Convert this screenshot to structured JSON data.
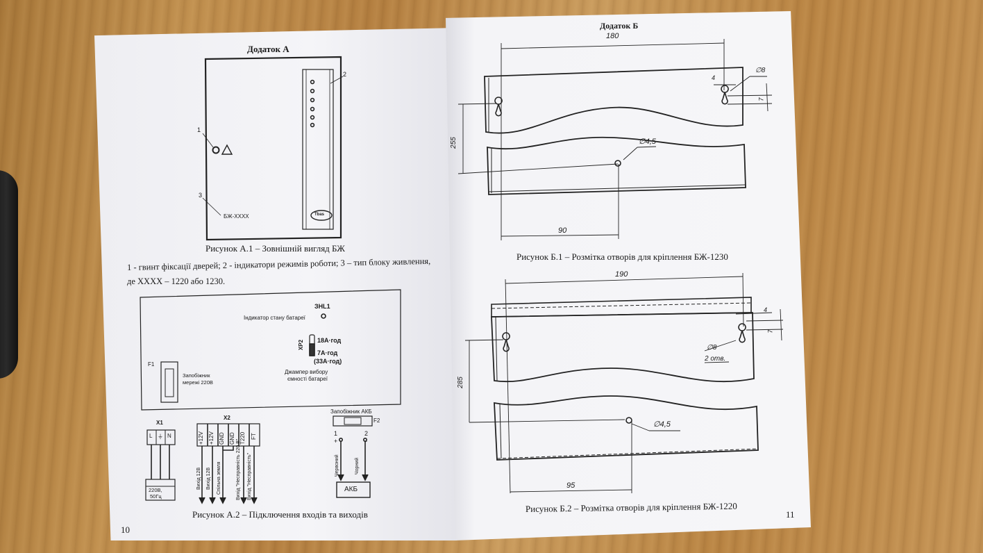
{
  "left_page": {
    "appendix_title": "Додаток А",
    "fig_a1": {
      "caption": "Рисунок А.1 – Зовнішній вигляд БЖ",
      "callout_1": "1",
      "callout_2": "2",
      "callout_3": "3",
      "model_label": "БЖ-XXXX",
      "brand_logo": "Tbas"
    },
    "legend_line1": "1 - гвинт фіксації дверей; 2 - індикатори режимів роботи; 3 – тип блоку живлення,",
    "legend_line2": "де XXXX – 1220 або 1230.",
    "fig_a2": {
      "caption": "Рисунок А.2 – Підключення входів та виходів",
      "hl_label": "ЗHL1",
      "battery_indicator": "Індикатор стану батареї",
      "xp2": "XP2",
      "jumper_18": "18А·год",
      "jumper_7": "7А·год",
      "jumper_33": "(33А·год)",
      "jumper_desc1": "Джампер вибору",
      "jumper_desc2": "ємності батареї",
      "f1": "F1",
      "fuse_mains1": "Запобіжник",
      "fuse_mains2": "мережі 220В",
      "fuse_akb": "Запобіжник АКБ",
      "f2": "F2",
      "x1": "X1",
      "x2": "X2",
      "x1_terminals": [
        "L",
        "⏚",
        "N"
      ],
      "x2_terminals": [
        "+12V",
        "+12V",
        "GND",
        "GND",
        "T220",
        "FT"
      ],
      "mains_box": "220В, 50Гц",
      "mains_box_line1": "220В,",
      "mains_box_line2": "50Гц",
      "out_labels": [
        "Вихід 12В",
        "Вихід 12В",
        "Спільна земля",
        "Вихід \"Несправність 220 В\"",
        "Вихід \"Несправність\""
      ],
      "akb_pin1": "1",
      "akb_pin2": "2",
      "plus": "+",
      "minus": "-",
      "wire_red": "Червоний",
      "wire_black": "Чорний",
      "akb_box": "АКБ"
    },
    "page_number": "10"
  },
  "right_page": {
    "appendix_title": "Додаток Б",
    "fig_b1": {
      "caption": "Рисунок Б.1 – Розмітка отворів для кріплення БЖ-1230",
      "dim_width": "180",
      "dim_height": "255",
      "dim_bottom": "90",
      "dim_hole_small": "∅4,5",
      "dim_hole_big": "∅8",
      "dim_4": "4",
      "dim_7": "7"
    },
    "fig_b2": {
      "caption": "Рисунок Б.2 – Розмітка отворів для кріплення БЖ-1220",
      "dim_width": "190",
      "dim_height": "285",
      "dim_bottom": "95",
      "dim_hole_small": "∅4,5",
      "dim_hole_big": "∅8",
      "dim_hole_count": "2 отв.",
      "dim_4": "4",
      "dim_7": "7"
    },
    "page_number": "11"
  }
}
